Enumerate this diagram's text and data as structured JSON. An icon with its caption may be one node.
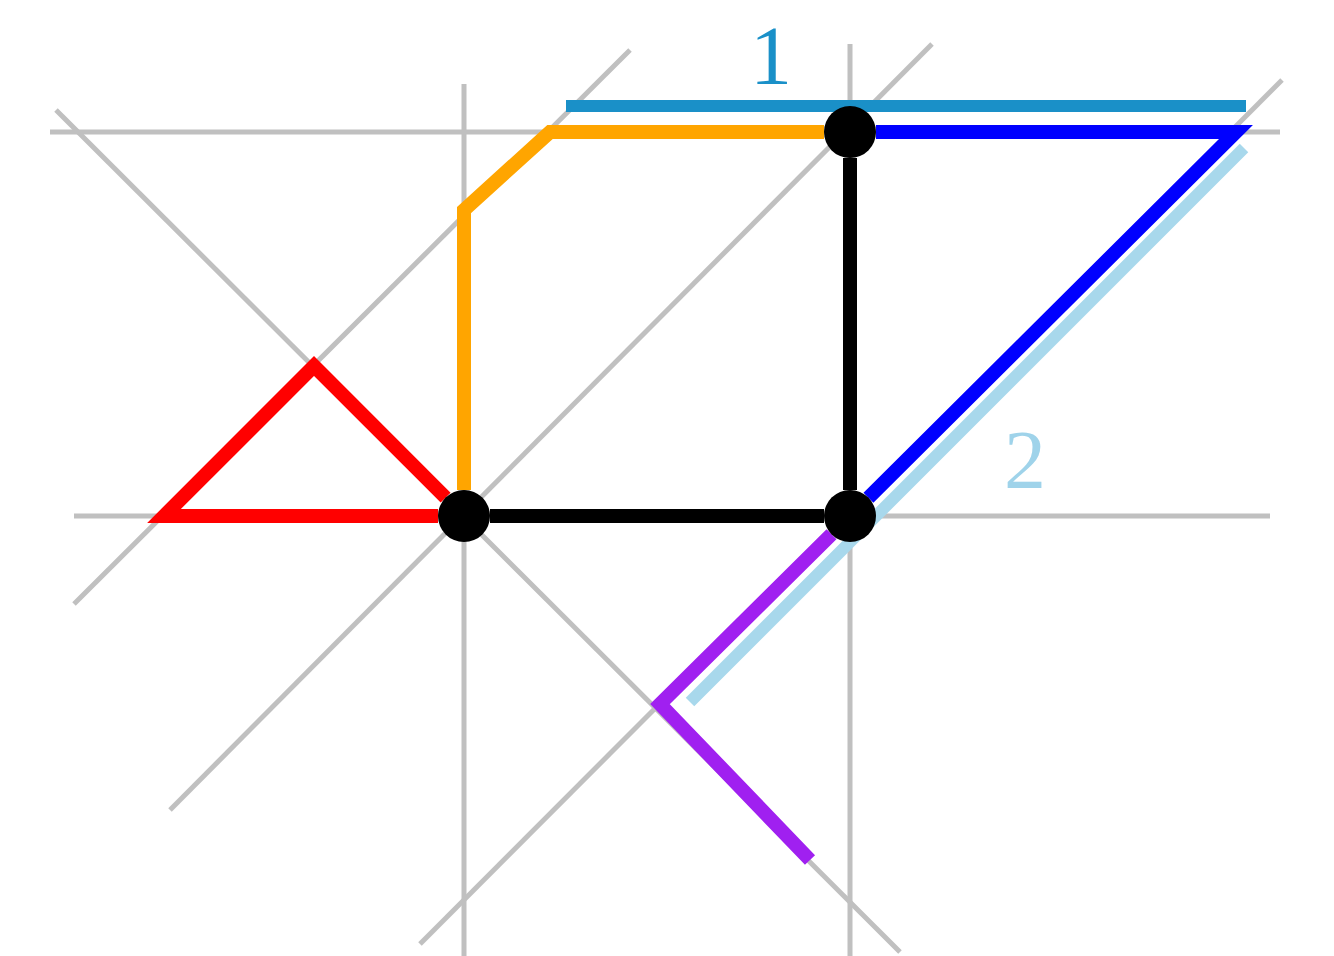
{
  "diagram": {
    "nodes": [
      {
        "text": [],
        "shape": "circle"
      },
      {
        "text": [],
        "shape": "circle"
      },
      {
        "text": [],
        "shape": "circle"
      }
    ],
    "edges": [
      {
        "from": 0,
        "to": 2,
        "arrow": "none"
      },
      {
        "from": 1,
        "to": 2,
        "arrow": "none"
      },
      {
        "from": 1,
        "to": 0,
        "arrow": "none",
        "color": "#ffa500"
      },
      {
        "from": 0,
        "to": 2,
        "arrow": "none",
        "color": "#0000ff"
      },
      {
        "from": 2,
        "to": null,
        "arrow": "none",
        "color": "#a020f0"
      },
      {
        "from": 1,
        "to": 1,
        "arrow": "none",
        "color": "#ff0000"
      }
    ],
    "labels": [
      "1",
      "2"
    ]
  }
}
